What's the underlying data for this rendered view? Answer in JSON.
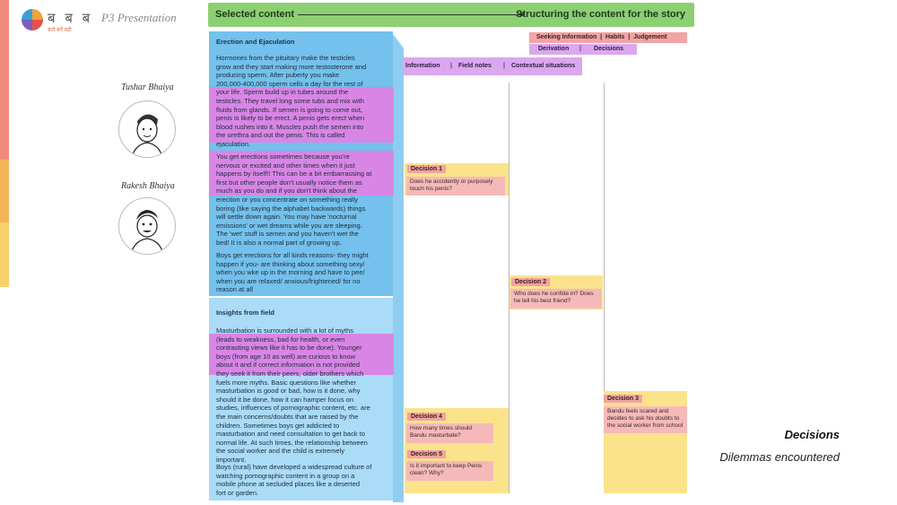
{
  "brand": {
    "logo_text": "ब ब ब",
    "logo_subtext": "बातें बनें बड़ी",
    "title": "P3 Presentation"
  },
  "people": [
    {
      "name": "Tushar Bhaiya",
      "avatar": "man-sketch-icon"
    },
    {
      "name": "Rakesh Bhaiya",
      "avatar": "man-sketch-icon"
    }
  ],
  "header": {
    "left": "Selected content",
    "right": "Structuring the content for the story",
    "color": "#8cd072"
  },
  "content": {
    "section1_title": "Erection and Ejaculation",
    "section1_p1a": "Hormones from the pituitary make the testicles",
    "section1_p1b": "grow and they start making more testosterone and",
    "section1_p1c": "producing sperm. After puberty you make",
    "section1_p1d": "200,000-400,000 sperm cells a day for the rest of",
    "section1_p1e": "your life. Sperm build up in tubes around the",
    "section1_p1f": "testicles. They travel long some tubs and mix with",
    "section1_p1g": "fluids from glands. If semen is going to come out,",
    "section1_p1h": "penis is likely to be erect. A penis gets erect when",
    "section1_p1i": "blood rushes into it. Muscles push the semen into",
    "section1_p1j": "the urethra and out the penis. This is called",
    "section1_p1k": "ejaculation.",
    "section1_p2a": "You get erections sometimes because you're",
    "section1_p2b": "nervous or excited and other times when it just",
    "section1_p2c": "happens by itself!! This can be a bit embarrassing at",
    "section1_p2d": "first but other people don't usually notice them as",
    "section1_p2e": "much as you do and if you don't think about the",
    "section1_p2f": "erection or you concentrate on something really",
    "section1_p2g": "boring (like saying the alphabet backwards) things",
    "section1_p2h": "will settle down again. You may have 'nocturnal",
    "section1_p2i": "emissions' or wet dreams while you are sleeping.",
    "section1_p2j": "The 'wet' stuff is semen and you haven't wet the",
    "section1_p2k": "bed! It is also a normal part of growing up.",
    "section1_p3a": "Boys get erections for all kinds reasons- they might",
    "section1_p3b": "happen if you- are thinking about something sexy/",
    "section1_p3c": "when you wke up in the morning and have to pee/",
    "section1_p3d": "when you are relaxed/ anxious/frightened/ for no",
    "section1_p3e": "reason at all",
    "section2_title": "Insights from field",
    "section2_p1a": "Masturbation is surrounded with a lot of myths",
    "section2_p1b": "(leads to weakness, bad for health, or even",
    "section2_p1c": "contrasting views like it has to be done). Younger",
    "section2_p1d": "boys (from age 10 as well) are curious to know",
    "section2_p1e": "about it and if correct information is not provided",
    "section2_p1f": "they seek it from their peers, older brothers which",
    "section2_p1g": "fuels more myths. Basic questions like whether",
    "section2_p1h": "masturbation is good or bad, how is it done, why",
    "section2_p1i": "should it be done, how it can hamper focus on",
    "section2_p1j": "studies, influences of pornographic content, etc. are",
    "section2_p1k": "the main concerns/doubts that are raised by the",
    "section2_p1l": "children. Sometimes boys get addicted to",
    "section2_p1m": "masturbation and need consultation to get back to",
    "section2_p1n": "normal life. At such times, the relationship between",
    "section2_p1o": "the social worker and the child is extremely",
    "section2_p1p": "important.",
    "section2_p2a": "Boys (rural) have developed a widespread culture of",
    "section2_p2b": "watching pornographic content in a group on a",
    "section2_p2c": "mobile phone at secluded places like a deserted",
    "section2_p2d": "fort or garden."
  },
  "tags": {
    "row1": "Seeking Information  |  Habits  |  Judgement",
    "row2a": "Derivation",
    "row2b": "Decisions",
    "row3a": "Information",
    "row3b": "Field notes",
    "row3c": "Contextual situations"
  },
  "decisions": [
    {
      "title": "Decision 1",
      "body1": "Does he accidently or purposely",
      "body2": "touch his penis?"
    },
    {
      "title": "Decision 2",
      "body1": "Who does he confide in? Does",
      "body2": "he tell his best friend?"
    },
    {
      "title": "Decision 3",
      "body1": "Bandu feels scared and",
      "body2": "decides to ask his doubts to",
      "body3": "the social worker from school"
    },
    {
      "title": "Decision 4",
      "body1": "How many times should",
      "body2": "Bandu masturbate?"
    },
    {
      "title": "Decision 5",
      "body1": "Is it important to keep Penis",
      "body2": "clean? Why?"
    }
  ],
  "captions": {
    "decisions": "Decisions",
    "dilemmas": "Dilemmas encountered"
  }
}
